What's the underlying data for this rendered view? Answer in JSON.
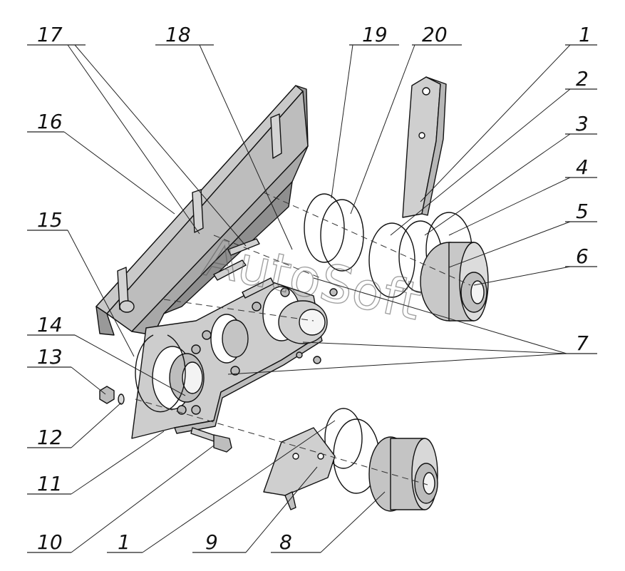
{
  "watermark": "AutoSoft",
  "callouts": [
    {
      "id": "c17",
      "label": "17"
    },
    {
      "id": "c18",
      "label": "18"
    },
    {
      "id": "c19",
      "label": "19"
    },
    {
      "id": "c20",
      "label": "20"
    },
    {
      "id": "c1a",
      "label": "1"
    },
    {
      "id": "c2",
      "label": "2"
    },
    {
      "id": "c3",
      "label": "3"
    },
    {
      "id": "c4",
      "label": "4"
    },
    {
      "id": "c5",
      "label": "5"
    },
    {
      "id": "c6",
      "label": "6"
    },
    {
      "id": "c7",
      "label": "7"
    },
    {
      "id": "c16",
      "label": "16"
    },
    {
      "id": "c15",
      "label": "15"
    },
    {
      "id": "c14",
      "label": "14"
    },
    {
      "id": "c13",
      "label": "13"
    },
    {
      "id": "c12",
      "label": "12"
    },
    {
      "id": "c11",
      "label": "11"
    },
    {
      "id": "c10",
      "label": "10"
    },
    {
      "id": "c1b",
      "label": "1"
    },
    {
      "id": "c9",
      "label": "9"
    },
    {
      "id": "c8",
      "label": "8"
    }
  ],
  "colors": {
    "line": "#111111",
    "part_light": "#d6d6d6",
    "part_mid": "#b4b4b4",
    "part_dark": "#8a8a8a",
    "background": "#ffffff"
  }
}
